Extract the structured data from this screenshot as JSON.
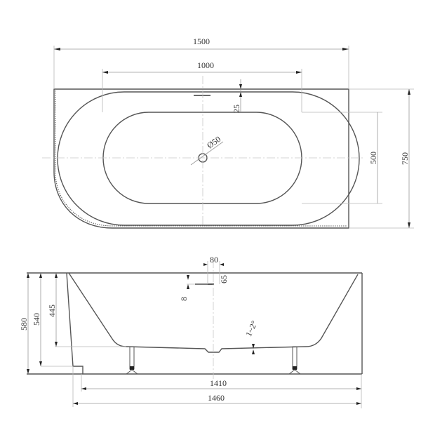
{
  "drawing": {
    "title": "Freestanding corner bathtub technical drawing",
    "line_color": "#555555",
    "dimension_color": "#9a9a9a",
    "background": "#ffffff"
  },
  "top_view": {
    "dims": {
      "overall_length": "1500",
      "inner_length": "1000",
      "rim_to_basin": "25",
      "drain_diameter": "Ø50",
      "inner_width": "500",
      "overall_width": "750"
    }
  },
  "side_view": {
    "dims": {
      "overflow_width": "80",
      "overflow_height": "65",
      "overflow_offset": "8",
      "slope": "1~2°",
      "total_height": "580",
      "skirt_height": "540",
      "inner_depth": "445",
      "base_length": "1410",
      "overall_length": "1460"
    }
  }
}
